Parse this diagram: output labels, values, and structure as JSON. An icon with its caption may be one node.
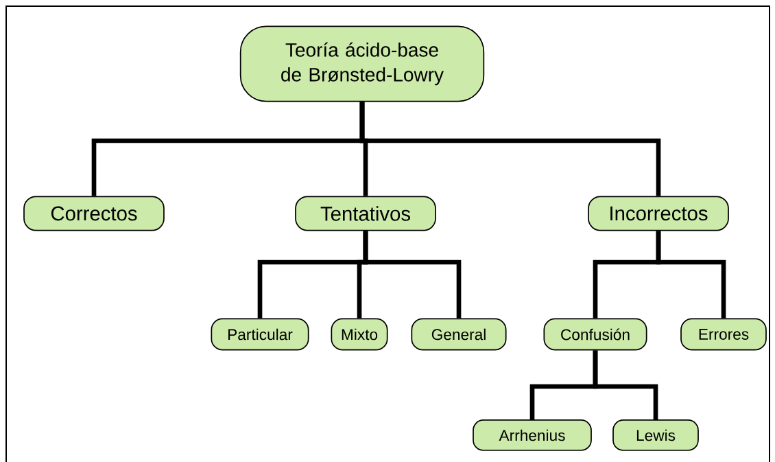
{
  "diagram": {
    "nodes": [
      {
        "text": [
          "Teoría ácido-base de Brønsted-Lowry"
        ]
      },
      {
        "text": [
          "Correctos"
        ]
      },
      {
        "text": [
          "Tentativos"
        ]
      },
      {
        "text": [
          "Incorrectos"
        ]
      },
      {
        "text": [
          "Particular"
        ]
      },
      {
        "text": [
          "Mixto"
        ]
      },
      {
        "text": [
          "General"
        ]
      },
      {
        "text": [
          "Confusión"
        ]
      },
      {
        "text": [
          "Errores"
        ]
      },
      {
        "text": [
          "Arrhenius"
        ]
      },
      {
        "text": [
          "Lewis"
        ]
      }
    ],
    "edges": [
      {
        "from": 0,
        "to": 1,
        "arrow": "none"
      },
      {
        "from": 0,
        "to": 2,
        "arrow": "none"
      },
      {
        "from": 0,
        "to": 3,
        "arrow": "none"
      },
      {
        "from": 2,
        "to": 4,
        "arrow": "none"
      },
      {
        "from": 2,
        "to": 5,
        "arrow": "none"
      },
      {
        "from": 2,
        "to": 6,
        "arrow": "none"
      },
      {
        "from": 3,
        "to": 7,
        "arrow": "none"
      },
      {
        "from": 3,
        "to": 8,
        "arrow": "none"
      },
      {
        "from": 7,
        "to": 9,
        "arrow": "none"
      },
      {
        "from": 7,
        "to": 10,
        "arrow": "none"
      }
    ]
  }
}
